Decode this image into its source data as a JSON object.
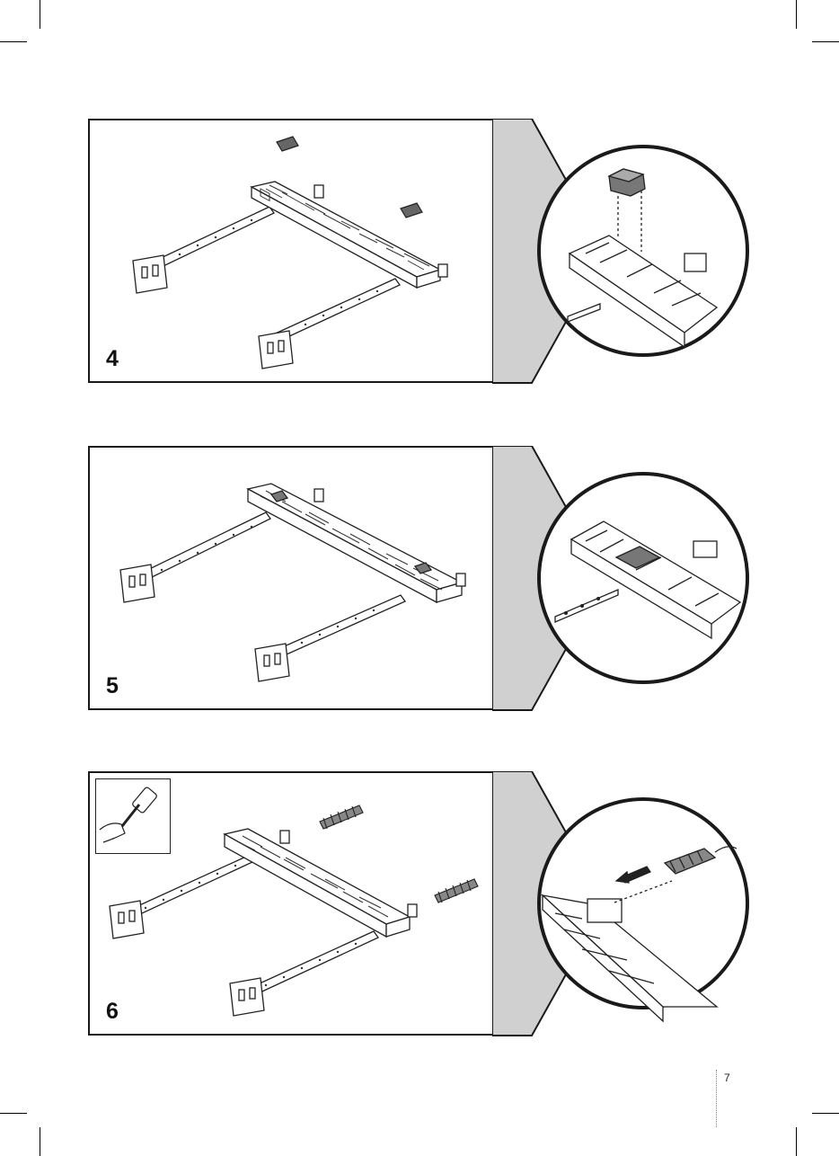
{
  "steps": [
    {
      "number": "4"
    },
    {
      "number": "5"
    },
    {
      "number": "6"
    }
  ],
  "page": {
    "number": "7"
  },
  "icons": {
    "tool": "mallet-icon",
    "part_step4": "plastic-bracket-icon",
    "part_step6": "wall-plug-icon"
  }
}
